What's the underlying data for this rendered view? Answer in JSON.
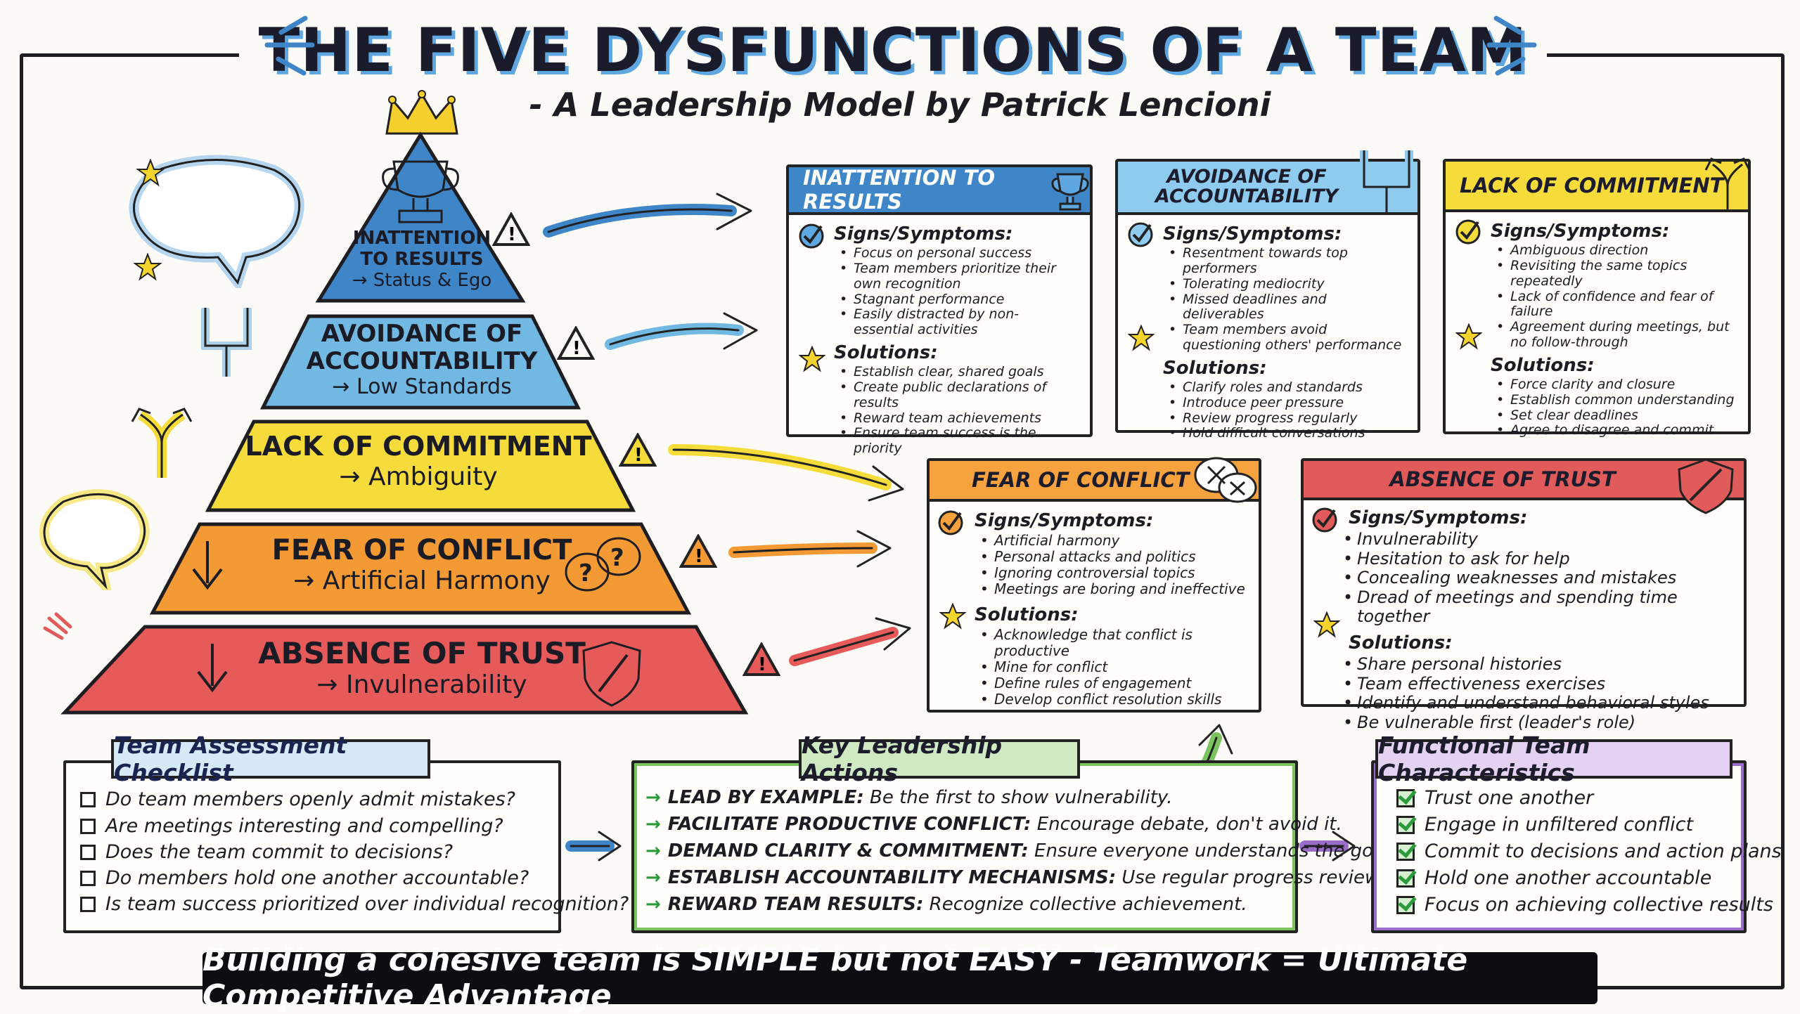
{
  "title": "THE FIVE DYSFUNCTIONS OF A TEAM",
  "subtitle": "- A Leadership Model by Patrick Lencioni",
  "pyramid": [
    {
      "title": "INATTENTION TO RESULTS",
      "sub": "→ Status & Ego",
      "color": "#3f86c8"
    },
    {
      "title": "AVOIDANCE OF ACCOUNTABILITY",
      "sub": "→ Low Standards",
      "color": "#71b9e3"
    },
    {
      "title": "LACK OF COMMITMENT",
      "sub": "→ Ambiguity",
      "color": "#f5dc3b"
    },
    {
      "title": "FEAR OF CONFLICT",
      "sub": "→ Artificial Harmony",
      "color": "#f39a34"
    },
    {
      "title": "ABSENCE OF TRUST",
      "sub": "→ Invulnerability",
      "color": "#e75a5a"
    }
  ],
  "cards": {
    "results": {
      "title": "INATTENTION TO RESULTS",
      "signs_label": "Signs/Symptoms:",
      "signs": [
        "Focus on personal success",
        "Team members prioritize their own recognition",
        "Stagnant performance",
        "Easily distracted by non-essential activities"
      ],
      "solutions_label": "Solutions:",
      "solutions": [
        "Establish clear, shared goals",
        "Create public declarations of results",
        "Reward team achievements",
        "Ensure team success is the priority"
      ],
      "color": "#3f86c8"
    },
    "accountability": {
      "title": "AVOIDANCE OF ACCOUNTABILITY",
      "signs_label": "Signs/Symptoms:",
      "signs": [
        "Resentment towards top performers",
        "Tolerating mediocrity",
        "Missed deadlines and deliverables",
        "Team members avoid questioning others' performance"
      ],
      "solutions_label": "Solutions:",
      "solutions": [
        "Clarify roles and standards",
        "Introduce peer pressure",
        "Review progress regularly",
        "Hold difficult conversations"
      ],
      "color": "#8fcbee"
    },
    "commitment": {
      "title": "LACK OF COMMITMENT",
      "signs_label": "Signs/Symptoms:",
      "signs": [
        "Ambiguous direction",
        "Revisiting the same topics repeatedly",
        "Lack of confidence and fear of failure",
        "Agreement during meetings, but no follow-through"
      ],
      "solutions_label": "Solutions:",
      "solutions": [
        "Force clarity and closure",
        "Establish common understanding",
        "Set clear deadlines",
        "Agree to disagree and commit"
      ],
      "color": "#f5dc3b"
    },
    "conflict": {
      "title": "FEAR OF CONFLICT",
      "signs_label": "Signs/Symptoms:",
      "signs": [
        "Artificial harmony",
        "Personal attacks and politics",
        "Ignoring controversial topics",
        "Meetings are boring and ineffective"
      ],
      "solutions_label": "Solutions:",
      "solutions": [
        "Acknowledge that conflict is productive",
        "Mine for conflict",
        "Define rules of engagement",
        "Develop conflict resolution skills"
      ],
      "color": "#f6a23f"
    },
    "trust": {
      "title": "ABSENCE OF TRUST",
      "signs_label": "Signs/Symptoms:",
      "signs": [
        "Invulnerability",
        "Hesitation to ask for help",
        "Concealing weaknesses and mistakes",
        "Dread of meetings and spending time together"
      ],
      "solutions_label": "Solutions:",
      "solutions": [
        "Share personal histories",
        "Team effectiveness exercises",
        "Identify and understand behavioral styles",
        "Be vulnerable first (leader's role)"
      ],
      "color": "#e25b5b"
    }
  },
  "checklist": {
    "title": "Team Assessment Checklist",
    "items": [
      "Do team members openly admit mistakes?",
      "Are meetings interesting and compelling?",
      "Does the team commit to decisions?",
      "Do members hold one another accountable?",
      "Is team success prioritized over individual recognition?"
    ]
  },
  "actions": {
    "title": "Key Leadership Actions",
    "items": [
      {
        "lead": "LEAD BY EXAMPLE:",
        "text": "Be the first to show vulnerability."
      },
      {
        "lead": "FACILITATE PRODUCTIVE CONFLICT:",
        "text": "Encourage debate, don't avoid it."
      },
      {
        "lead": "DEMAND CLARITY & COMMITMENT:",
        "text": "Ensure everyone understands the goal."
      },
      {
        "lead": "ESTABLISH ACCOUNTABILITY MECHANISMS:",
        "text": "Use regular progress reviews."
      },
      {
        "lead": "REWARD TEAM RESULTS:",
        "text": "Recognize collective achievement."
      }
    ]
  },
  "functional": {
    "title": "Functional Team Characteristics",
    "items": [
      "Trust one another",
      "Engage in unfiltered conflict",
      "Commit to decisions and action plans",
      "Hold one another accountable",
      "Focus on achieving collective results"
    ]
  },
  "footer": "Building a cohesive team is SIMPLE but not EASY - Teamwork = Ultimate Competitive Advantage",
  "icons": [
    "crown-icon",
    "trophy-icon",
    "goalpost-icon",
    "split-arrow-icon",
    "question-bubbles-icon",
    "shield-icon",
    "warning-icon",
    "star-icon",
    "checkmark-icon",
    "crossed-bubbles-icon",
    "speech-bubble-icon"
  ]
}
